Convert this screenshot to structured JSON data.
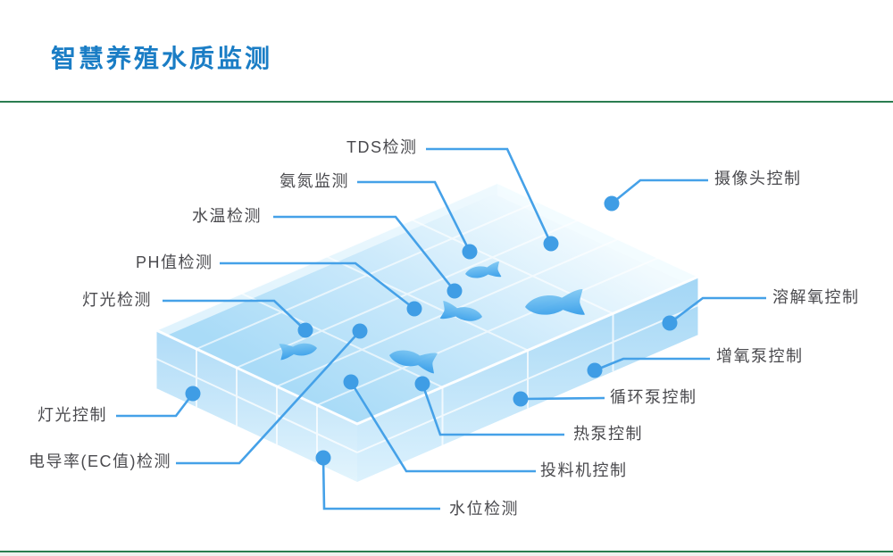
{
  "page": {
    "title": "智慧养殖水质监测"
  },
  "colors": {
    "title_blue": "#1a7dc5",
    "rule_green": "#2a7d50",
    "leader_blue": "#45a1e8",
    "label_gray": "#4a4a4e",
    "water_light": "#eef8fe",
    "water_deep": "#aeddf8",
    "fish_blue": "#309ae8"
  },
  "diagram": {
    "subject": "isometric-fish-pond",
    "fish_count": 5,
    "sensors": [
      {
        "id": "tds",
        "text": "TDS检测"
      },
      {
        "id": "ammonia",
        "text": "氨氮监测"
      },
      {
        "id": "water-temp",
        "text": "水温检测"
      },
      {
        "id": "ph",
        "text": "PH值检测"
      },
      {
        "id": "light-detect",
        "text": "灯光检测"
      },
      {
        "id": "light-control",
        "text": "灯光控制"
      },
      {
        "id": "ec",
        "text": "电导率(EC值)检测"
      },
      {
        "id": "water-level",
        "text": "水位检测"
      }
    ],
    "controls": [
      {
        "id": "camera",
        "text": "摄像头控制"
      },
      {
        "id": "dissolved-o2",
        "text": "溶解氧控制"
      },
      {
        "id": "aerator",
        "text": "增氧泵控制"
      },
      {
        "id": "circulation",
        "text": "循环泵控制"
      },
      {
        "id": "heat-pump",
        "text": "热泵控制"
      },
      {
        "id": "feeder",
        "text": "投料机控制"
      }
    ]
  }
}
